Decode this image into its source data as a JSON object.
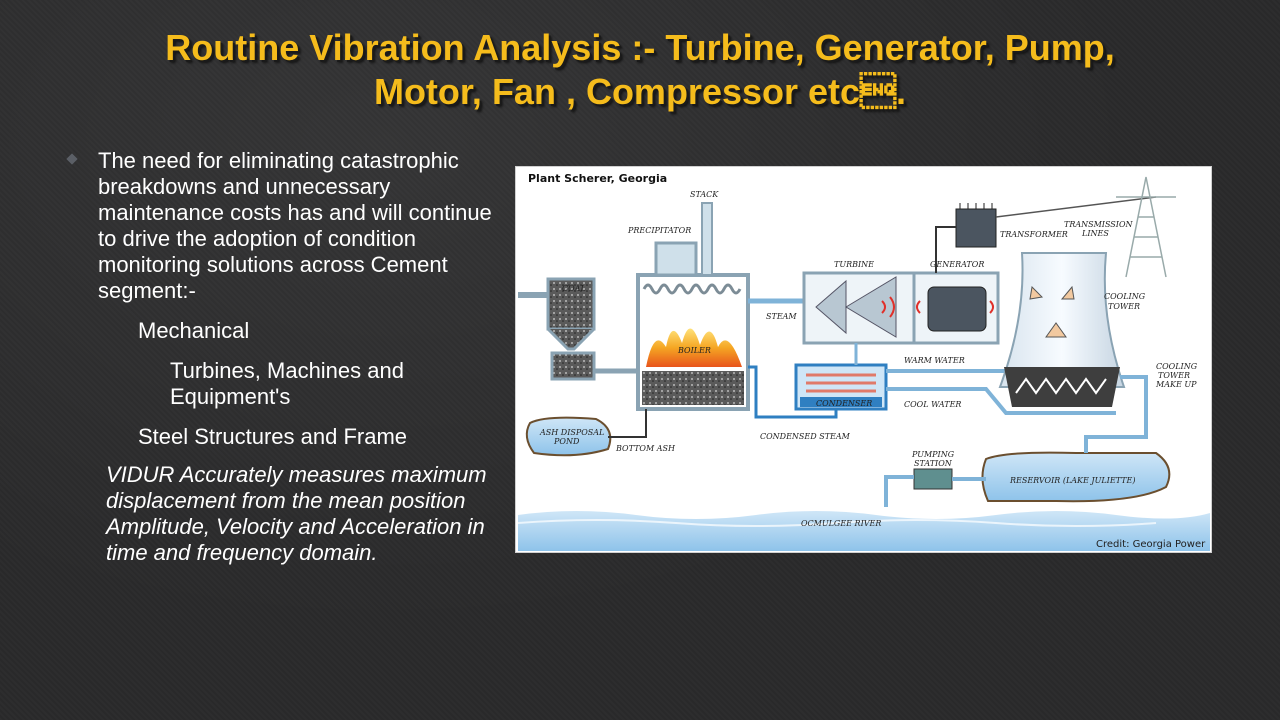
{
  "slide": {
    "title_line1": "Routine Vibration Analysis :- Turbine, Generator, Pump,",
    "title_line2": "Motor, Fan , Compressor  etc\u0005."
  },
  "content": {
    "bullet": "The need for eliminating catastrophic breakdowns and unnecessary maintenance costs has and will continue to drive the adoption of condition monitoring solutions across Cement segment:-",
    "sub_mechanical": "Mechanical",
    "sub_turbines": "Turbines, Machines and Equipment's",
    "sub_steel": "Steel Structures and Frame",
    "italic_note": "VIDUR Accurately measures maximum displacement from the mean position Amplitude, Velocity and Acceleration in time and frequency domain."
  },
  "figure": {
    "header": "Plant Scherer, Georgia",
    "credit": "Credit: Georgia Power",
    "labels": {
      "stack": "STACK",
      "precipitator": "PRECIPITATOR",
      "coal": "COAL",
      "boiler": "BOILER",
      "turbine": "TURBINE",
      "generator": "GENERATOR",
      "transformer": "TRANSFORMER",
      "transmission1": "TRANSMISSION",
      "transmission2": "LINES",
      "steam": "STEAM",
      "warm_water": "WARM WATER",
      "condenser": "CONDENSER",
      "cool_water": "COOL WATER",
      "cooling_tower1": "COOLING",
      "cooling_tower2": "TOWER",
      "makeup1": "COOLING",
      "makeup2": "TOWER",
      "makeup3": "MAKE UP",
      "condensed_steam": "CONDENSED STEAM",
      "ash_pond1": "ASH DISPOSAL",
      "ash_pond2": "POND",
      "bottom_ash": "BOTTOM ASH",
      "pumping1": "PUMPING",
      "pumping2": "STATION",
      "reservoir": "RESERVOIR (LAKE JULIETTE)",
      "river": "OCMULGEE RIVER"
    }
  },
  "colors": {
    "title": "#f5bc1c",
    "pipe": "#7fb3d8",
    "flame": "#f5a623",
    "condenser": "#2f7fc1"
  }
}
